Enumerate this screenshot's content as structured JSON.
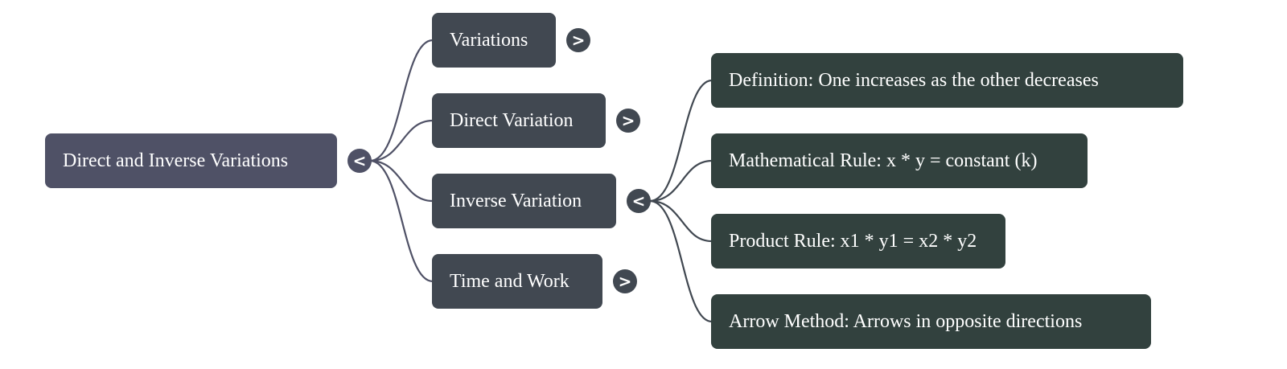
{
  "mindmap": {
    "colors": {
      "root": "#4f5166",
      "level1": "#414851",
      "level2": "#32413e",
      "text": "#ffffff",
      "background": "#ffffff"
    },
    "root": {
      "label": "Direct and Inverse Variations",
      "toggle": "<",
      "toggle_icon": "collapse-icon"
    },
    "level1": [
      {
        "label": "Variations",
        "toggle": ">",
        "toggle_icon": "expand-icon",
        "expanded": false
      },
      {
        "label": "Direct Variation",
        "toggle": ">",
        "toggle_icon": "expand-icon",
        "expanded": false
      },
      {
        "label": "Inverse Variation",
        "toggle": "<",
        "toggle_icon": "collapse-icon",
        "expanded": true
      },
      {
        "label": "Time and Work",
        "toggle": ">",
        "toggle_icon": "expand-icon",
        "expanded": false
      }
    ],
    "inverse_variation_children": [
      {
        "label": "Definition: One increases as the other decreases"
      },
      {
        "label": "Mathematical Rule: x * y = constant (k)"
      },
      {
        "label": "Product Rule: x1 * y1 = x2 * y2"
      },
      {
        "label": "Arrow Method: Arrows in opposite directions"
      }
    ]
  }
}
